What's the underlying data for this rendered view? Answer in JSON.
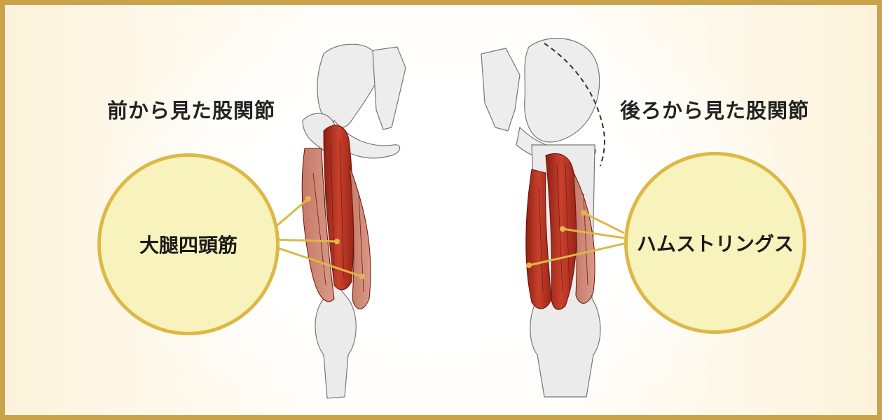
{
  "front_view": {
    "title": "前から見た股関節",
    "muscle_label": "大腿四頭筋"
  },
  "back_view": {
    "title": "後ろから見た股関節",
    "muscle_label": "ハムストリングス"
  },
  "colors": {
    "frame_border": "#c9a24a",
    "bubble_fill": "#f8f2bd",
    "bubble_border": "#ddb845",
    "muscle": "#c0392b",
    "bone": "#ececec"
  }
}
